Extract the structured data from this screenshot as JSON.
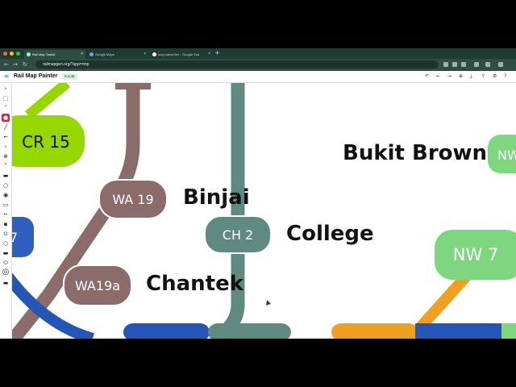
{
  "browser": {
    "tabs": [
      {
        "label": "Rail Map Toolkit",
        "active": true
      },
      {
        "label": "Google Maps",
        "active": false
      },
      {
        "label": "long island line - Google Sea",
        "active": false
      }
    ],
    "new_tab_label": "+",
    "url": "railmapgen.org/?app=rmp"
  },
  "app": {
    "title": "Rail Map Painter",
    "version": "5.4.45"
  },
  "map": {
    "stations": [
      {
        "id": "cr15",
        "code": "CR 15",
        "name": "",
        "color": "#97d700"
      },
      {
        "id": "wa19",
        "code": "WA 19",
        "name": "Binjai",
        "color": "#8c6b6b"
      },
      {
        "id": "wa19a",
        "code": "WA19a",
        "name": "Chantek",
        "color": "#8c6b6b"
      },
      {
        "id": "ch2",
        "code": "CH  2",
        "name": "College",
        "color": "#5f8a80"
      },
      {
        "id": "nw7",
        "code": "NW  7",
        "name": "",
        "color": "#7ed67e"
      },
      {
        "id": "nw-partial",
        "code": "NW",
        "name": "Bukit Brown",
        "color": "#7ed67e"
      },
      {
        "id": "blue-partial",
        "code": "7",
        "name": "",
        "color": "#2f5fbf"
      }
    ],
    "line_colors": {
      "wa": "#8c6b6b",
      "ch": "#5f8a80",
      "cr": "#97d700",
      "nw": "#7ed67e",
      "orange": "#f0a020",
      "blue": "#2456b8"
    }
  }
}
